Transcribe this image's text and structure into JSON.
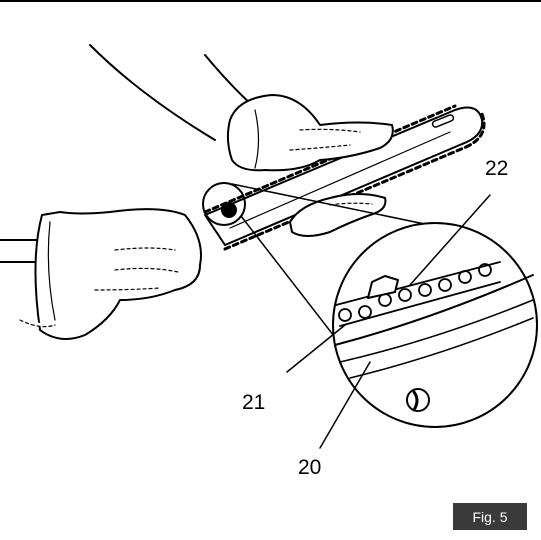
{
  "callouts": {
    "guide_bar": "20",
    "saw_chain": "21",
    "cutter_tooth": "22"
  },
  "figure_label": "Fig. 5",
  "colors": {
    "ink": "#000000",
    "label_bg": "#3a3a3a",
    "label_text": "#ffffff"
  }
}
